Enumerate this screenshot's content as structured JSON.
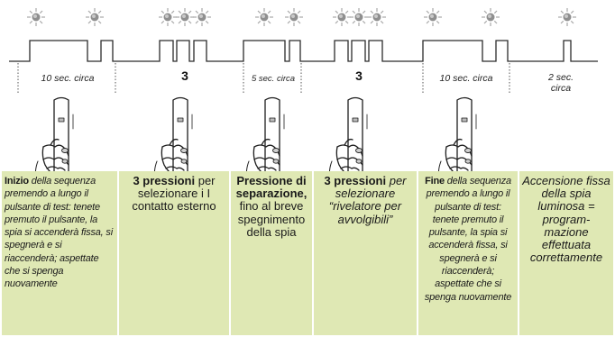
{
  "colors": {
    "panel_bg": "#dfe8b4",
    "signal_line": "#2b2b2b",
    "led_body": "#9a9a9a",
    "led_rays": "#a0a0a0",
    "separator": "#ffffff"
  },
  "icons": {
    "led": "blinking-led-icon",
    "hand": "hand-pressing-button-icon"
  },
  "steps": [
    {
      "duration": "10 sec. circa",
      "count": "",
      "text": {
        "bold": "Inizio",
        "rest": " della sequenza premendo a lungo il pulsante di test: tenete premuto il pulsante, la spia si accenderà fissa, si spegnerà e si riaccenderà; aspettate che si spenga nuovamente"
      }
    },
    {
      "duration": "",
      "count": "3",
      "text": {
        "bold": "3 pressioni",
        "rest": " per selezionare i I contatto esterno"
      }
    },
    {
      "duration": "5 sec. circa",
      "count": "",
      "text": {
        "bold": "Pressione di separazione,",
        "rest": " fino al breve spegnimento della spia"
      }
    },
    {
      "duration": "",
      "count": "3",
      "text": {
        "bold": "3 pressioni",
        "rest": " per selezionare “rivelatore per avvolgibili”"
      }
    },
    {
      "duration": "10 sec. circa",
      "count": "",
      "text": {
        "bold": "Fine",
        "rest": " della sequenza premendo a lungo il pulsante di test: tenete premuto il pulsante, la spia si accenderà fissa, si spegnerà e si riaccenderà; aspettate che si spenga nuovamente"
      }
    },
    {
      "duration": "2 sec. circa",
      "count": "",
      "text": {
        "bold": "",
        "rest": "Accensione fissa della spia luminosa = program-mazione effettuata correttamente"
      }
    }
  ]
}
